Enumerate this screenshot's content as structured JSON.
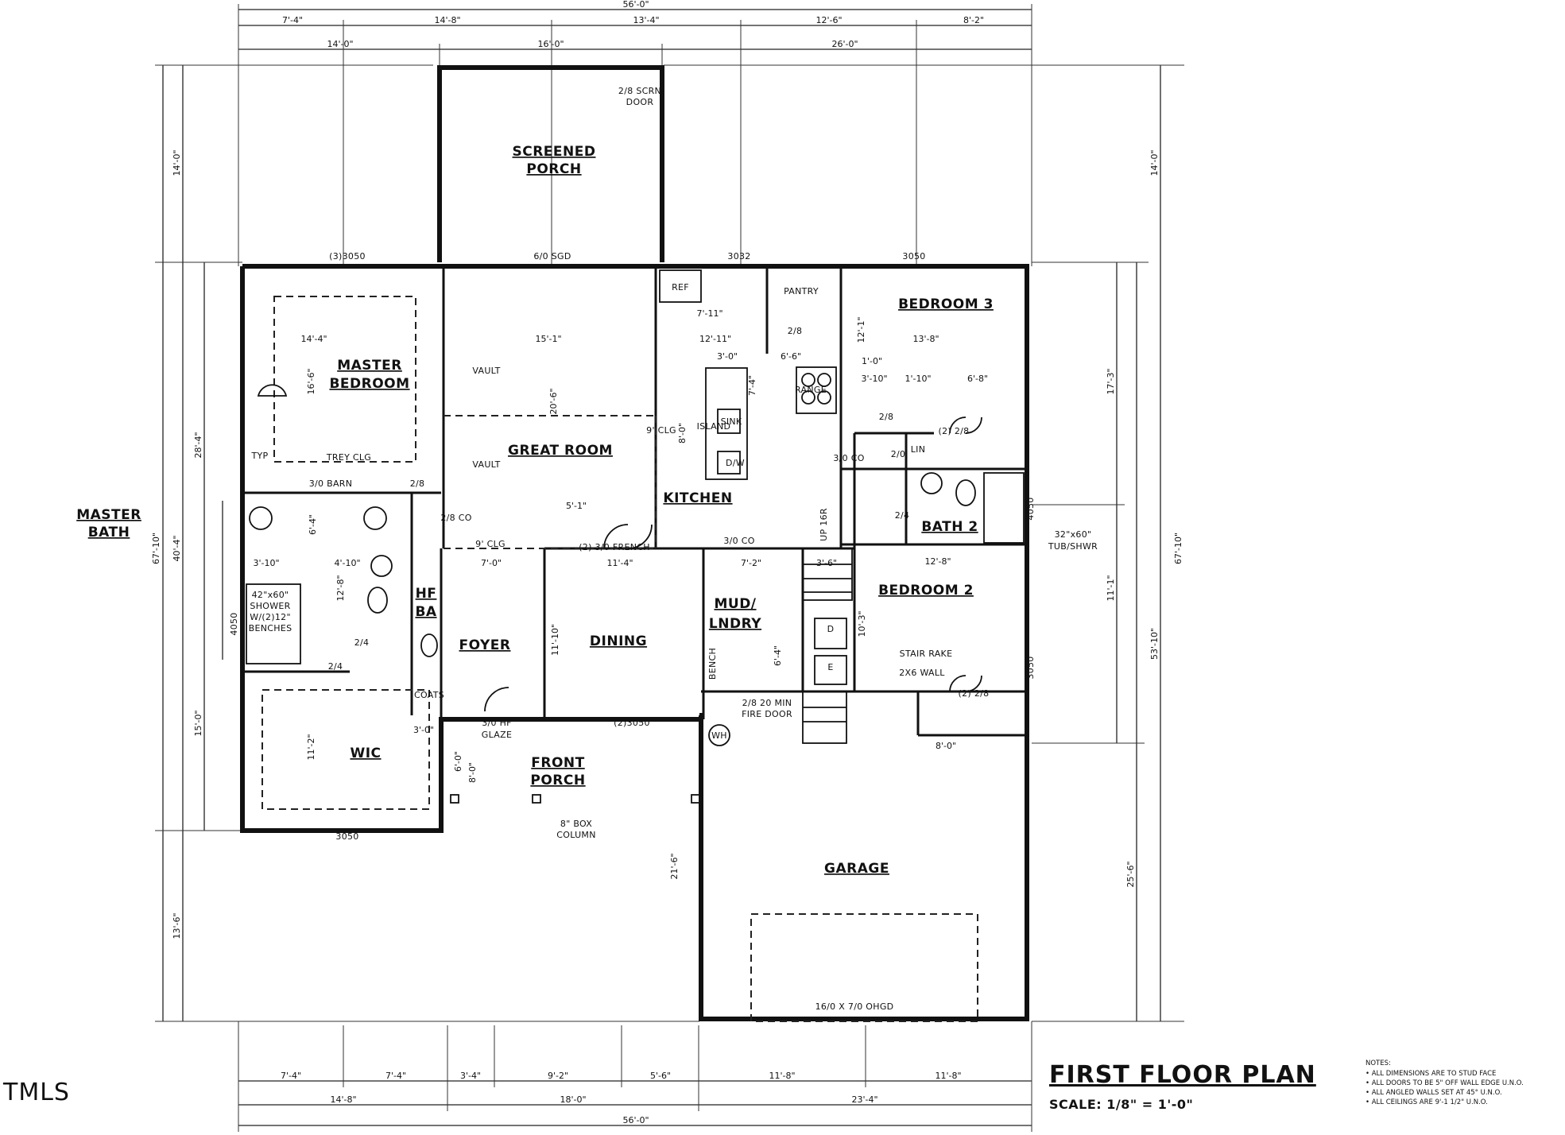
{
  "title": "FIRST FLOOR PLAN",
  "scale_text": "SCALE: 1/8\" = 1'-0\"",
  "logo_text": "TMLS",
  "notes": {
    "heading": "NOTES:",
    "items": [
      "• ALL DIMENSIONS ARE TO STUD FACE",
      "• ALL DOORS TO BE 5\" OFF WALL EDGE U.N.O.",
      "• ALL ANGLED WALLS SET AT 45° U.N.O.",
      "• ALL CEILINGS ARE 9'-1 1/2\" U.N.O."
    ]
  },
  "rooms": {
    "screened_porch": [
      "SCREENED",
      "PORCH"
    ],
    "master_bedroom": [
      "MASTER",
      "BEDROOM"
    ],
    "master_bath": [
      "MASTER",
      "BATH"
    ],
    "great_room": "GREAT ROOM",
    "kitchen": "KITCHEN",
    "bedroom3": "BEDROOM 3",
    "bath2": "BATH 2",
    "bedroom2": "BEDROOM 2",
    "dining": "DINING",
    "foyer": "FOYER",
    "mud_laundry": [
      "MUD/",
      "LNDRY"
    ],
    "wic": "WIC",
    "front_porch": [
      "FRONT",
      "PORCH"
    ],
    "garage": "GARAGE",
    "half_bath": [
      "HF",
      "BA"
    ],
    "pantry": "PANTRY"
  },
  "labels": {
    "scrn_door": [
      "2/8 SCRN",
      "DOOR"
    ],
    "window_mb_top": "(3)3050",
    "sgd": "6/0 SGD",
    "window_kitchen": "3032",
    "window_bed3": "3050",
    "ref": "REF",
    "range": "RANGE",
    "island": "ISLAND",
    "sink": "SINK",
    "dw": "D/W",
    "vault1": "VAULT",
    "vault2": "VAULT",
    "clg9_kitchen": "9' CLG",
    "clg9_great": "9' CLG",
    "trey": "TREY CLG",
    "typ": "TYP",
    "barn": "3/0 BARN",
    "co_28": "2/8 CO",
    "french": "(2) 3/0 FRENCH",
    "co_30": "3/0 CO",
    "co_30b": "3/0 CO",
    "lin": "LIN",
    "closet_b3": "(2) 2/8",
    "closet_b2": "(2) 2/8",
    "tub": [
      "32\"x60\"",
      "TUB/SHWR"
    ],
    "shower": [
      "42\"x60\"",
      "SHOWER",
      "W/(2)12\"",
      "BENCHES"
    ],
    "coats": "COATS",
    "door_hf": [
      "3/0 HF",
      "GLAZE"
    ],
    "window_dining": "(2)3050",
    "box_column": [
      "8\" BOX",
      "COLUMN"
    ],
    "bench": "BENCH",
    "fire_door": [
      "2/8 20 MIN",
      "FIRE DOOR"
    ],
    "wh": "WH",
    "stair_rake": "STAIR RAKE",
    "wall_2x6": "2X6 WALL",
    "ohgd": "16/0 X 7/0 OHGD",
    "window_wic": "3050",
    "window_b2": "3050",
    "window_mb_side": "4050",
    "window_bath2": "4050",
    "up": "UP 16R",
    "stair_d": "D",
    "stair_e": "E",
    "d28": "2/8",
    "d24": "2/4",
    "d20": "2/0",
    "d24b": "2/4",
    "d24c": "2/4",
    "d28b": "2/8",
    "d28c": "2/8"
  },
  "dimensions": {
    "top_row1": [
      "7'-4\"",
      "14'-8\"",
      "13'-4\"",
      "12'-6\"",
      "8'-2\""
    ],
    "top_row2": [
      "14'-0\"",
      "16'-0\"",
      "26'-0\""
    ],
    "top_overall": "56'-0\"",
    "bottom_row1": [
      "7'-4\"",
      "7'-4\"",
      "3'-4\"",
      "9'-2\"",
      "5'-6\"",
      "11'-8\"",
      "11'-8\""
    ],
    "bottom_row2": [
      "14'-8\"",
      "18'-0\"",
      "23'-4\""
    ],
    "bottom_overall": "56'-0\"",
    "left": [
      "14'-0\"",
      "28'-4\"",
      "40'-4\"",
      "67'-10\"",
      "15'-0\"",
      "13'-6\""
    ],
    "right": [
      "14'-0\"",
      "17'-3\"",
      "11'-1\"",
      "67'-10\"",
      "53'-10\"",
      "25'-6\""
    ],
    "interior": [
      "14'-4\"",
      "16'-6\"",
      "15'-1\"",
      "20'-6\"",
      "12'-11\"",
      "3'-0\"",
      "6'-6\"",
      "7'-11\"",
      "13'-8\"",
      "12'-1\"",
      "7'-4\"",
      "8'-0\"",
      "12'-8\"",
      "10'-3\"",
      "11'-10\"",
      "11'-4\"",
      "7'-0\"",
      "7'-2\"",
      "5'-1\"",
      "4'-10\"",
      "3'-10\"",
      "6'-4\"",
      "12'-8\"",
      "11'-2\"",
      "3'-0\"",
      "6'-0\"",
      "8'-0\"",
      "21'-6\"",
      "8'-0\"",
      "1'-0\"",
      "3'-10\"",
      "1'-10\"",
      "6'-8\"",
      "3'-6\"",
      "6'-4\""
    ]
  }
}
